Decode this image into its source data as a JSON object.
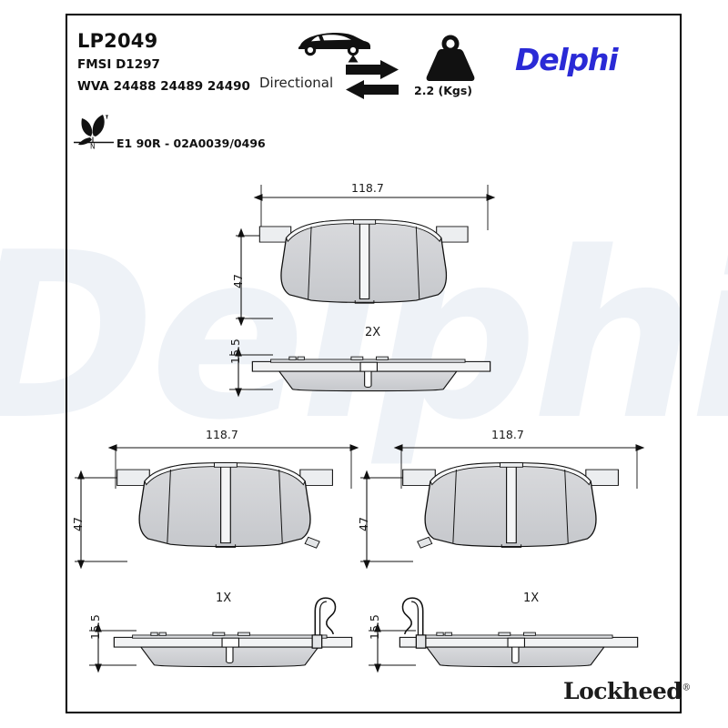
{
  "product": {
    "part_number": "LP2049",
    "fmsi": "FMSI D1297",
    "wva": "WVA 24488 24489 24490",
    "ece_approval": "E1 90R - 02A0039/0496",
    "eco_mark_letter": "N",
    "directional_label": "Directional",
    "weight": "2.2 (Kgs)"
  },
  "brands": {
    "primary": "Delphi",
    "secondary": "Lockheed",
    "secondary_mark": "®",
    "watermark": "Delphi",
    "primary_color": "#2a2ad6",
    "watermark_color": "#eef2f7"
  },
  "icons": {
    "vehicle": "car-rear-axle-icon",
    "arrows": "bidirectional-arrows-icon",
    "weight": "weight-kettlebell-icon",
    "eco": "eco-leaf-icon"
  },
  "drawings": [
    {
      "id": "top-pad-face",
      "view": "face",
      "quantity": "2X",
      "width_mm": "118.7",
      "height_mm": "47"
    },
    {
      "id": "top-pad-edge",
      "view": "edge",
      "thickness_mm": "15.5"
    },
    {
      "id": "left-pad-face",
      "view": "face",
      "quantity": "1X",
      "width_mm": "118.7",
      "height_mm": "47"
    },
    {
      "id": "right-pad-face",
      "view": "face",
      "quantity": "1X",
      "width_mm": "118.7",
      "height_mm": "47"
    },
    {
      "id": "left-pad-edge",
      "view": "edge",
      "thickness_mm": "15.5",
      "has_wear_sensor": "yes"
    },
    {
      "id": "right-pad-edge",
      "view": "edge",
      "thickness_mm": "15.5",
      "has_wear_sensor": "yes"
    }
  ]
}
